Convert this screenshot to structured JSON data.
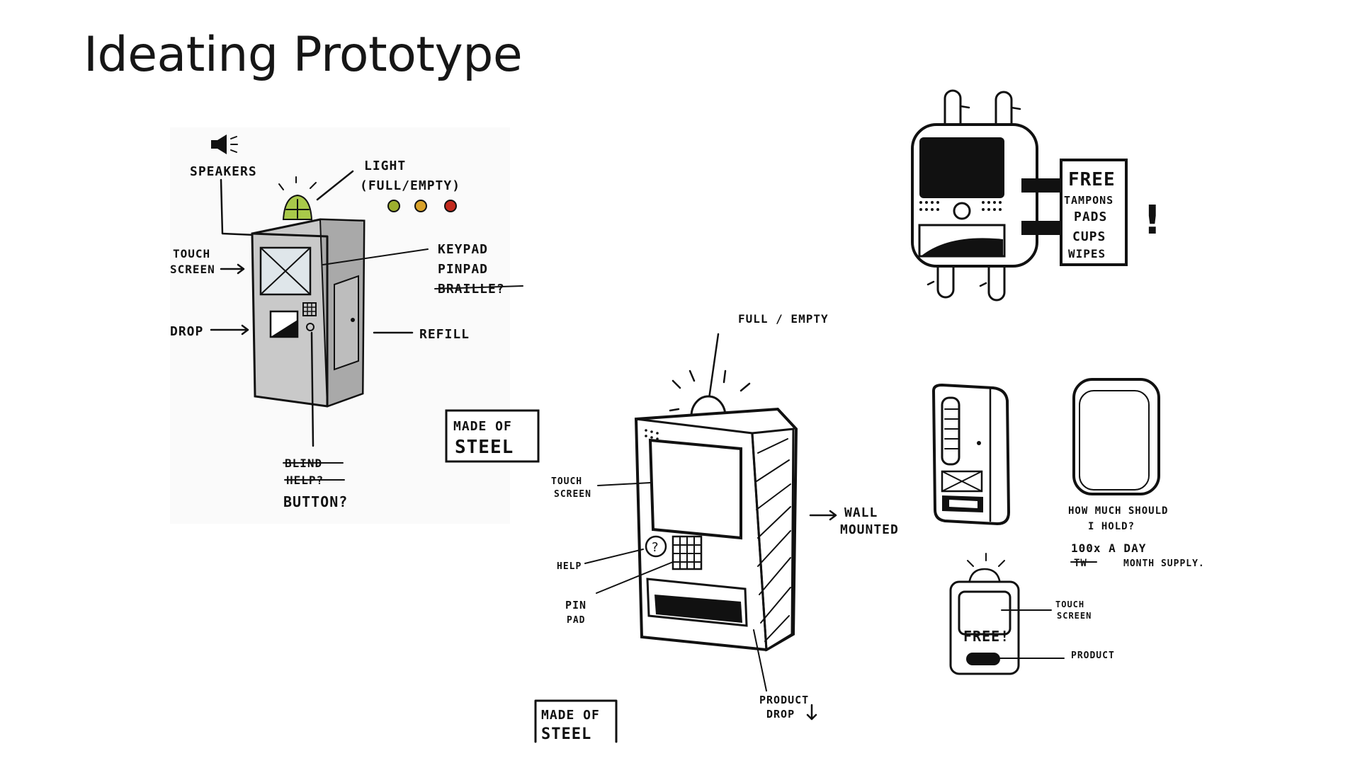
{
  "slide": {
    "title": "Ideating Prototype"
  },
  "sketch_a": {
    "speakers": "SPEAKERS",
    "light": "LIGHT",
    "light_sub": "(FULL/EMPTY)",
    "touch_1": "TOUCH",
    "touch_2": "SCREEN",
    "keypad": "KEYPAD",
    "pinpad": "PINPAD",
    "braille": "BRAILLE?",
    "drop": "DROP",
    "refill": "REFILL",
    "blind": "BLIND",
    "help": "HELP?",
    "button": "BUTTON?",
    "light_colors": [
      "#9cae2e",
      "#d9a22a",
      "#c22a1e"
    ],
    "beacon_color": "#a9c94a"
  },
  "sketch_b": {
    "made_of_1": "MADE OF",
    "steel_1": "STEEL",
    "full_empty": "FULL / EMPTY",
    "touch_1": "TOUCH",
    "touch_2": "SCREEN",
    "help": "HELP",
    "pin": "PIN",
    "pad": "PAD",
    "wall": "WALL",
    "mounted": "MOUNTED",
    "product": "PRODUCT",
    "drop": "DROP",
    "made_of_2": "MADE OF",
    "steel_2": "STEEL"
  },
  "sketch_c": {
    "sign_lines": [
      "FREE",
      "TAMPONS",
      "PADS",
      "CUPS",
      "WIPES"
    ],
    "exclaim": "!"
  },
  "sketch_d": {
    "q1": "HOW MUCH SHOULD",
    "q2": "I HOLD?",
    "n1": "100x A DAY",
    "n2_strike": "TW",
    "n2": "MONTH SUPPLY.",
    "free": "FREE!",
    "touch_1": "TOUCH",
    "touch_2": "SCREEN",
    "product": "PRODUCT"
  }
}
